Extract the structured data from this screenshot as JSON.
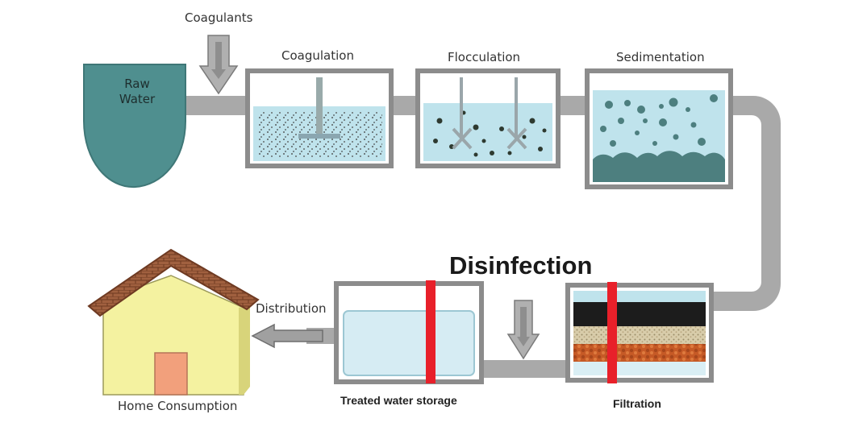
{
  "labels": {
    "coagulants": "Coagulants",
    "raw_water": "Raw\nWater",
    "coagulation": "Coagulation",
    "flocculation": "Flocculation",
    "sedimentation": "Sedimentation",
    "disinfection": "Disinfection",
    "distribution": "Distribution",
    "treated_water_storage": "Treated water storage",
    "filtration": "Filtration",
    "home_consumption": "Home Consumption"
  },
  "colors": {
    "pipe": "#a9a9a9",
    "tank_border": "#8c8c8c",
    "water_light": "#bfe3ec",
    "raw_water": "#4f8f8f",
    "sediment": "#4d7f7f",
    "disinfection_bar": "#e8202a",
    "house_wall": "#f4f2a0",
    "roof": "#9c5a3c",
    "door": "#f2a07c",
    "filter_black": "#1c1c1c",
    "filter_sand": "#d7c79a",
    "filter_gravel": "#c8612a"
  },
  "icons": [
    "down-arrow-icon",
    "left-arrow-icon",
    "stirrer-icon"
  ]
}
